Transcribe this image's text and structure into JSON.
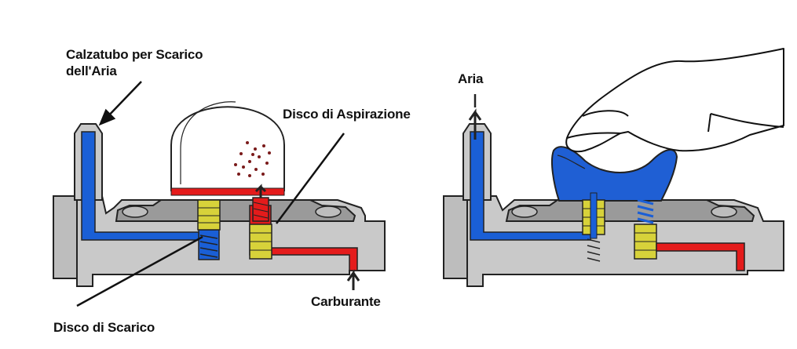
{
  "labels": {
    "air_hose_fitting": "Calzatubo per Scarico dell'Aria",
    "suction_disc": "Disco di Aspirazione",
    "discharge_disc": "Disco di Scarico",
    "fuel": "Carburante",
    "air": "Aria"
  },
  "colors": {
    "air_channel": "#1a5fd6",
    "fuel_channel": "#e41b1b",
    "body_gray": "#c9c9c9",
    "body_dark_gray": "#9a9a9a",
    "valve_yellow": "#d7d23a",
    "bulb_pressed": "#1f5fd4"
  }
}
